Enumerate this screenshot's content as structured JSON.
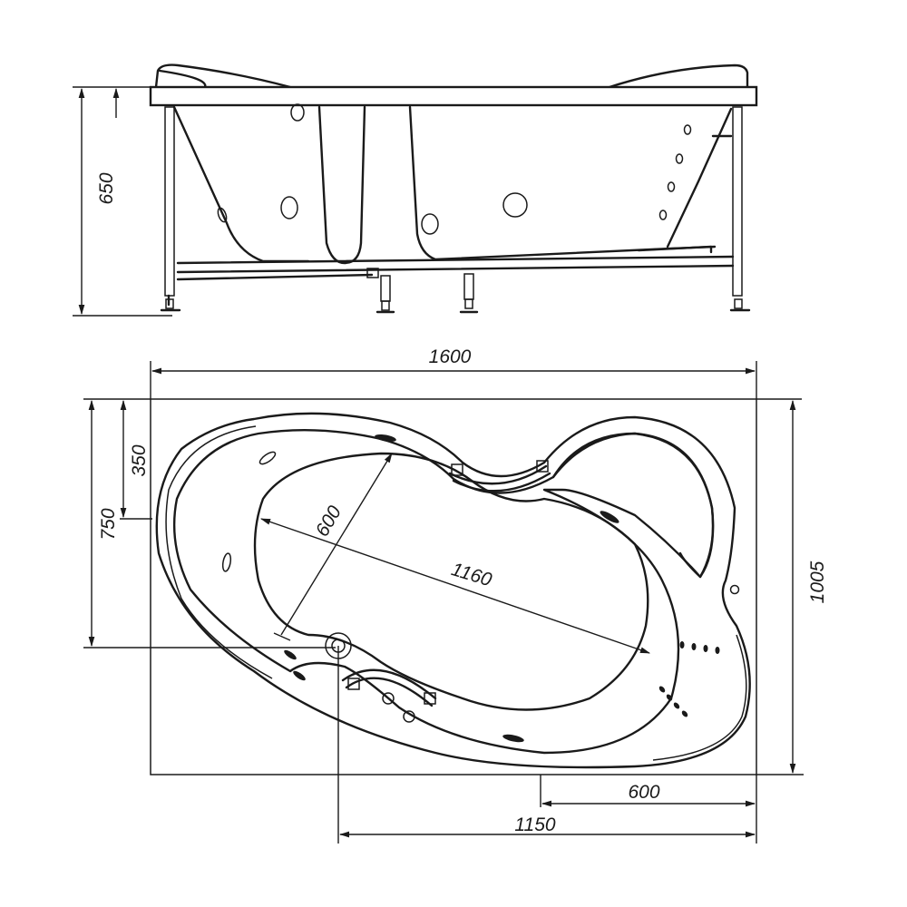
{
  "drawing": {
    "title": "Corner whirlpool bathtub technical drawing",
    "views": [
      "side-elevation",
      "top-plan"
    ],
    "line_color": "#1a1a1a",
    "background": "#ffffff"
  },
  "side_view": {
    "dimensions": {
      "height": "650"
    }
  },
  "top_view": {
    "dimensions": {
      "overall_width": "1600",
      "overall_depth": "1005",
      "left_depth": "750",
      "left_offset": "350",
      "inner_width": "600",
      "inner_length": "1160",
      "bottom_offset": "600",
      "bottom_length": "1150"
    }
  }
}
